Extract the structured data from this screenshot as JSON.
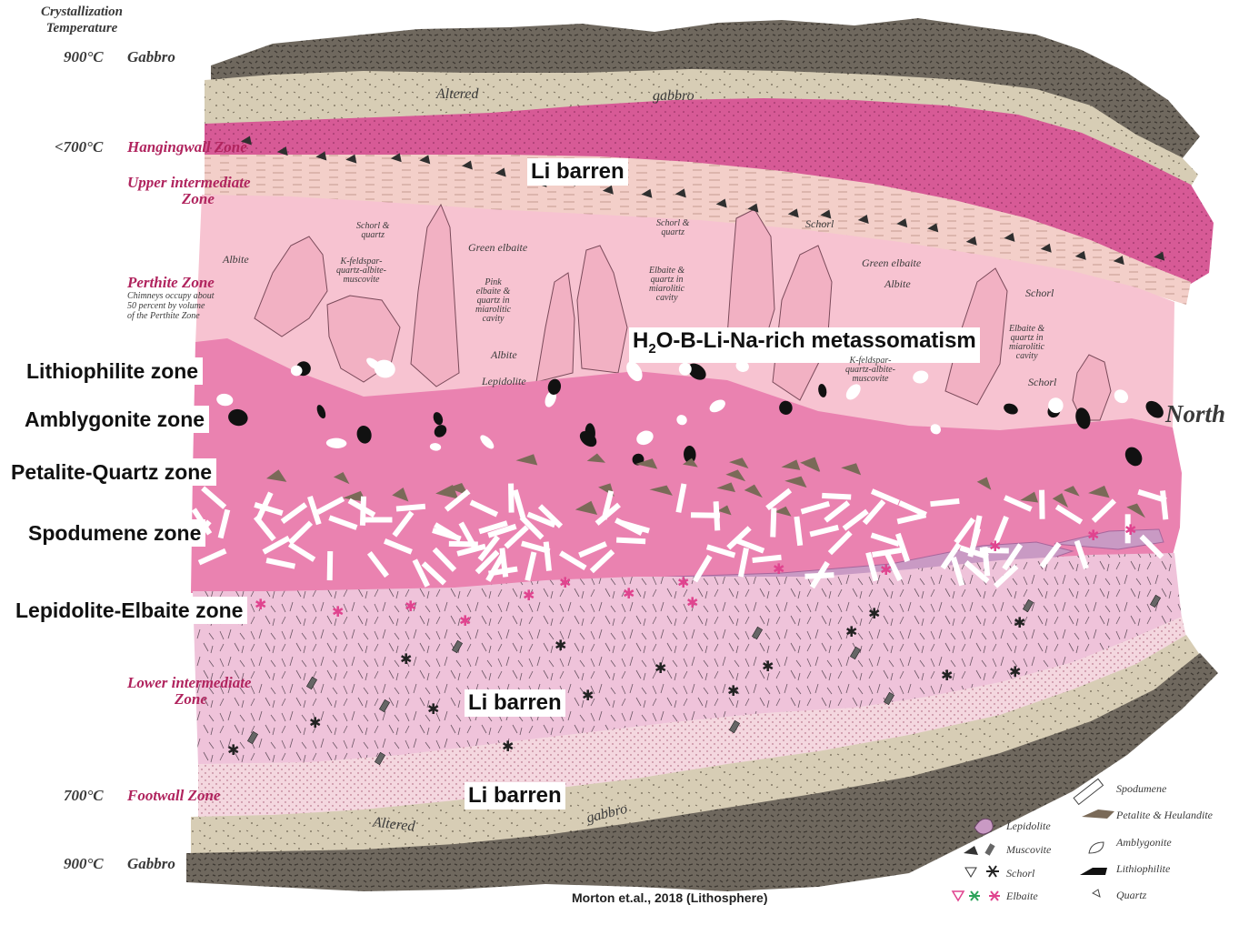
{
  "axis_header": {
    "line1": "Crystallization",
    "line2": "Temperature"
  },
  "temperatures": {
    "top_gabbro": "900°C",
    "hangingwall": "<700°C",
    "footwall": "700°C",
    "bottom_gabbro": "900°C"
  },
  "rocks": {
    "gabbro": "Gabbro",
    "altered": "Altered",
    "gabbro_lower": "gabbro"
  },
  "zones": {
    "hangingwall": "Hangingwall Zone",
    "upper_intermediate_1": "Upper intermediate",
    "upper_intermediate_2": "Zone",
    "perthite": "Perthite Zone",
    "perthite_note_1": "Chimneys occupy about",
    "perthite_note_2": "50 percent by volume",
    "perthite_note_3": "of the Perthite Zone",
    "lower_intermediate_1": "Lower intermediate",
    "lower_intermediate_2": "Zone",
    "footwall": "Footwall Zone"
  },
  "overlays": {
    "li_barren_top": "Li barren",
    "metasomatism_pre": "H",
    "metasomatism_sub": "2",
    "metasomatism_post": "O-B-Li-Na-rich metassomatism",
    "li_barren_mid": "Li barren",
    "li_barren_bottom": "Li barren",
    "lithiophilite": "Lithiophilite zone",
    "amblygonite": "Amblygonite zone",
    "petalite_quartz": "Petalite-Quartz zone",
    "spodumene": "Spodumene zone",
    "lepidolite_elbaite": "Lepidolite-Elbaite zone"
  },
  "annotations": {
    "albite": "Albite",
    "kfeld_1": "K-feldspar-",
    "kfeld_2": "quartz-albite-",
    "kfeld_3": "muscovite",
    "schorl_quartz_1": "Schorl &",
    "schorl_quartz_2": "quartz",
    "green_elbaite": "Green elbaite",
    "pink_1": "Pink",
    "pink_2": "elbaite &",
    "pink_3": "quartz in",
    "pink_4": "miarolitic",
    "pink_5": "cavity",
    "albite_2": "Albite",
    "lepidolite": "Lepidolite",
    "schorl_quartz_b1": "Schorl &",
    "schorl_quartz_b2": "quartz",
    "schorl_top": "Schorl",
    "green_elbaite_2": "Green elbaite",
    "elbaite_q_1": "Elbaite &",
    "elbaite_q_2": "quartz in",
    "elbaite_q_3": "miarolitic",
    "elbaite_q_4": "cavity",
    "albite_3": "Albite",
    "schorl_right": "Schorl",
    "elbaite_r_1": "Elbaite &",
    "elbaite_r_2": "quartz in",
    "elbaite_r_3": "miarolitic",
    "elbaite_r_4": "cavity",
    "kfeld_b1": "K-feldspar-",
    "kfeld_b2": "quartz-albite-",
    "kfeld_b3": "muscovite",
    "schorl_low": "Schorl"
  },
  "north": "North",
  "citation": "Morton et.al., 2018 (Lithosphere)",
  "legend": {
    "lepidolite": "Lepidolite",
    "muscovite": "Muscovite",
    "schorl": "Schorl",
    "elbaite": "Elbaite",
    "spodumene": "Spodumene",
    "petalite": "Petalite & Heulandite",
    "amblygonite": "Amblygonite",
    "lithiophilite": "Lithiophilite",
    "quartz": "Quartz"
  },
  "colors": {
    "gabbro": "#6f685e",
    "altered": "#d7cdb5",
    "hangingwall": "#d75a96",
    "upper_intermediate": "#f3cfc9",
    "perthite": "#f7c3d1",
    "core": "#ea82b0",
    "lepidolite_band": "#c99ac4",
    "lower_intermediate": "#efc3da",
    "footwall": "#f4d7df",
    "mineral_dark": "#7a6a58",
    "zone_label": "#b0245e"
  }
}
